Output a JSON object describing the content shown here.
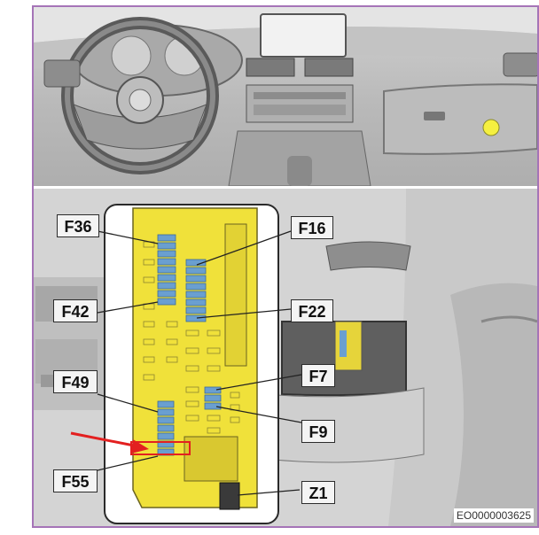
{
  "labels": {
    "f36": "F36",
    "f42": "F42",
    "f49": "F49",
    "f55": "F55",
    "f16": "F16",
    "f22": "F22",
    "f7": "F7",
    "f9": "F9",
    "z1": "Z1"
  },
  "reference_code": "EO0000003625",
  "colors": {
    "frame": "#a574b7",
    "fuse_box_yellow": "#f0e13a",
    "fuse_blue": "#6a9fd0",
    "highlight_red": "#e32020",
    "locator_dot": "#f5f040"
  },
  "highlight": {
    "target_fuse": "F55"
  }
}
